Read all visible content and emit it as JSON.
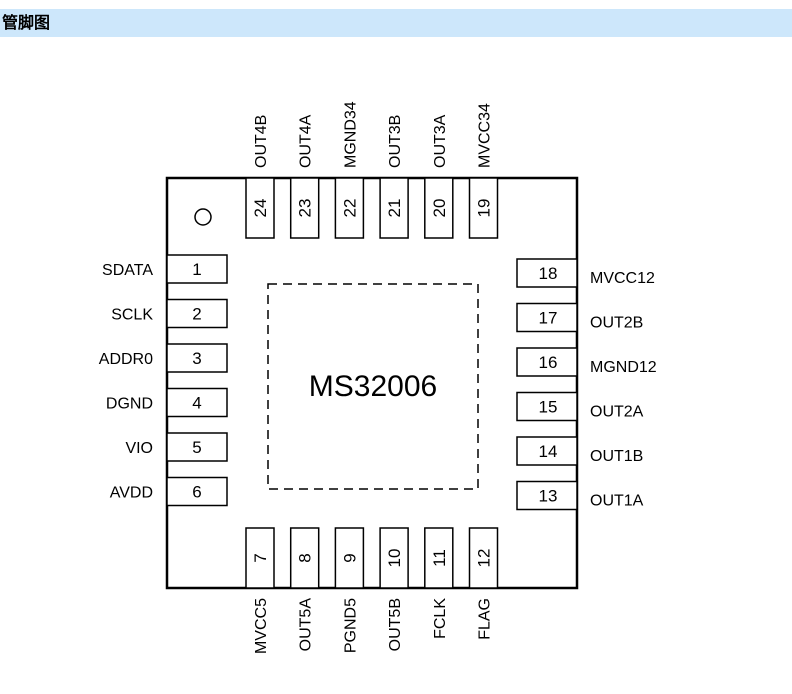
{
  "header": {
    "title": "管脚图"
  },
  "chip": {
    "name": "MS32006"
  },
  "colors": {
    "header_bg": "#cde7fb",
    "stroke": "#000000"
  },
  "pins": {
    "left": [
      {
        "number": "1",
        "label": "SDATA"
      },
      {
        "number": "2",
        "label": "SCLK"
      },
      {
        "number": "3",
        "label": "ADDR0"
      },
      {
        "number": "4",
        "label": "DGND"
      },
      {
        "number": "5",
        "label": "VIO"
      },
      {
        "number": "6",
        "label": "AVDD"
      }
    ],
    "bottom": [
      {
        "number": "7",
        "label": "MVCC5"
      },
      {
        "number": "8",
        "label": "OUT5A"
      },
      {
        "number": "9",
        "label": "PGND5"
      },
      {
        "number": "10",
        "label": "OUT5B"
      },
      {
        "number": "11",
        "label": "FCLK"
      },
      {
        "number": "12",
        "label": "FLAG"
      }
    ],
    "right": [
      {
        "number": "18",
        "label": "MVCC12"
      },
      {
        "number": "17",
        "label": "OUT2B"
      },
      {
        "number": "16",
        "label": "MGND12"
      },
      {
        "number": "15",
        "label": "OUT2A"
      },
      {
        "number": "14",
        "label": "OUT1B"
      },
      {
        "number": "13",
        "label": "OUT1A"
      }
    ],
    "top": [
      {
        "number": "24",
        "label": "OUT4B"
      },
      {
        "number": "23",
        "label": "OUT4A"
      },
      {
        "number": "22",
        "label": "MGND34"
      },
      {
        "number": "21",
        "label": "OUT3B"
      },
      {
        "number": "20",
        "label": "OUT3A"
      },
      {
        "number": "19",
        "label": "MVCC34"
      }
    ]
  }
}
